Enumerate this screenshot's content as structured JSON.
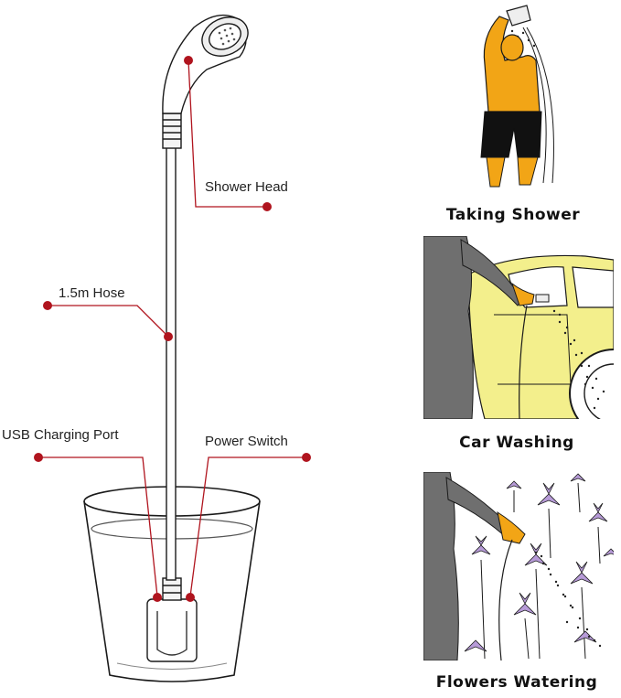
{
  "diagram": {
    "labels": {
      "shower_head": "Shower Head",
      "hose": "1.5m Hose",
      "usb_port": "USB Charging Port",
      "power_switch": "Power Switch"
    }
  },
  "uses": [
    {
      "caption": "Taking Shower"
    },
    {
      "caption": "Car Washing"
    },
    {
      "caption": "Flowers Watering"
    }
  ],
  "colors": {
    "callout": "#b0141e",
    "person_yellow": "#f2a516",
    "car_yellow": "#f3ef8c",
    "flower_purple": "#b79bd8",
    "sleeve_gray": "#6f6f6f"
  }
}
